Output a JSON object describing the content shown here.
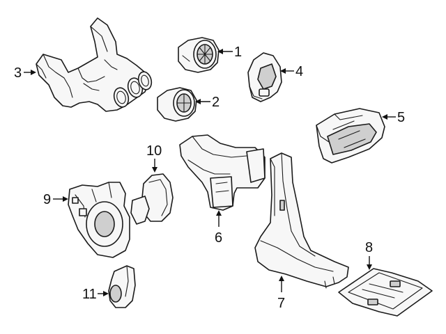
{
  "diagram": {
    "callouts": [
      {
        "id": "1",
        "label": "1"
      },
      {
        "id": "2",
        "label": "2"
      },
      {
        "id": "3",
        "label": "3"
      },
      {
        "id": "4",
        "label": "4"
      },
      {
        "id": "5",
        "label": "5"
      },
      {
        "id": "6",
        "label": "6"
      },
      {
        "id": "7",
        "label": "7"
      },
      {
        "id": "8",
        "label": "8"
      },
      {
        "id": "9",
        "label": "9"
      },
      {
        "id": "10",
        "label": "10"
      },
      {
        "id": "11",
        "label": "11"
      }
    ]
  }
}
